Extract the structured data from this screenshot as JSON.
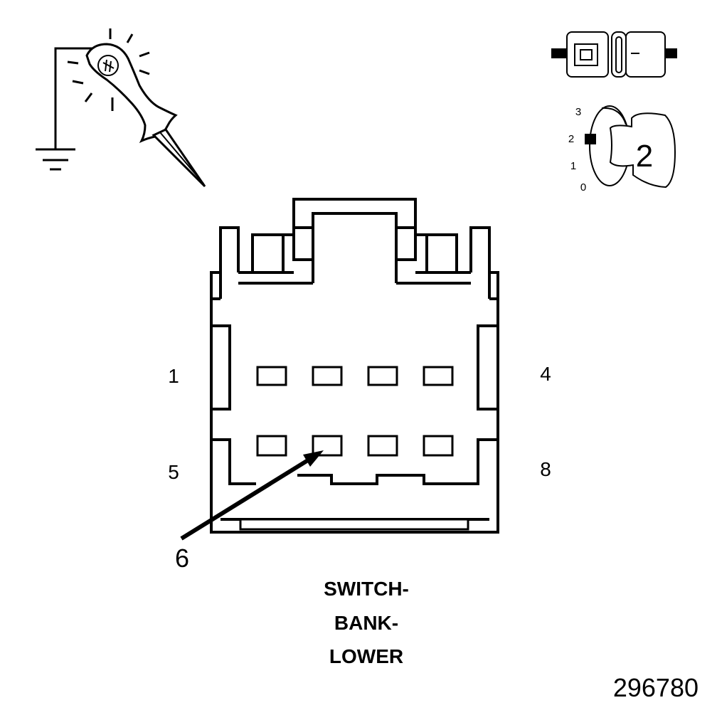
{
  "figure_id": "296780",
  "title": {
    "line1": "SWITCH-",
    "line2": "BANK-",
    "line3": "LOWER"
  },
  "pin_labels": {
    "top_left": "1",
    "top_right": "4",
    "bottom_left": "5",
    "bottom_right": "8"
  },
  "callout": {
    "pin": "6"
  },
  "ignition": {
    "positions": [
      "3",
      "2",
      "1",
      "0"
    ],
    "selected": "2"
  },
  "icons": {
    "test_light": "test-light-to-ground-icon",
    "connector_state": "connector-disconnected-icon",
    "ignition_key": "ignition-key-icon"
  },
  "colors": {
    "line": "#000000",
    "background": "#ffffff"
  }
}
